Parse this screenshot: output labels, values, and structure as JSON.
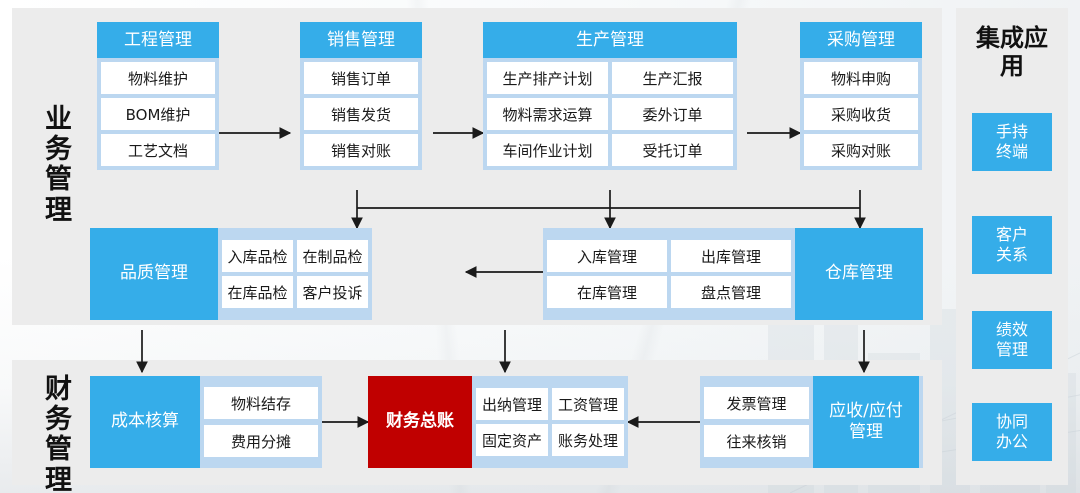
{
  "sections": {
    "business": {
      "title": "业务管理"
    },
    "finance": {
      "title": "财务管理"
    },
    "apps": {
      "title": "集成应用"
    }
  },
  "business_groups": [
    {
      "name": "engineering",
      "head": "工程管理",
      "cells": [
        "物料维护",
        "BOM维护",
        "工艺文档"
      ]
    },
    {
      "name": "sales",
      "head": "销售管理",
      "cells": [
        "销售订单",
        "销售发货",
        "销售对账"
      ]
    },
    {
      "name": "production",
      "head": "生产管理",
      "cells": [
        "生产排产计划",
        "生产汇报",
        "物料需求运算",
        "委外订单",
        "车间作业计划",
        "受托订单"
      ]
    },
    {
      "name": "purchasing",
      "head": "采购管理",
      "cells": [
        "物料申购",
        "采购收货",
        "采购对账"
      ]
    }
  ],
  "quality_group": {
    "label": "品质管理",
    "cells": [
      "入库品检",
      "在制品检",
      "在库品检",
      "客户投诉"
    ]
  },
  "warehouse_group": {
    "label": "仓库管理",
    "cells": [
      "入库管理",
      "出库管理",
      "在库管理",
      "盘点管理"
    ]
  },
  "finance_groups": {
    "cost": {
      "label": "成本核算",
      "cells": [
        "物料结存",
        "费用分摊"
      ]
    },
    "ledger": {
      "label": "财务总账",
      "cells": [
        "出纳管理",
        "工资管理",
        "固定资产",
        "账务处理"
      ]
    },
    "receivable": {
      "label": "应收/应付\n管理",
      "label_line1": "应收/应付",
      "label_line2": "管理",
      "cells": [
        "发票管理",
        "往来核销"
      ]
    }
  },
  "apps": [
    {
      "name": "handheld",
      "line1": "手持",
      "line2": "终端"
    },
    {
      "name": "crm",
      "line1": "客户",
      "line2": "关系"
    },
    {
      "name": "performance",
      "line1": "绩效",
      "line2": "管理"
    },
    {
      "name": "oa",
      "line1": "协同",
      "line2": "办公"
    }
  ],
  "colors": {
    "accent_blue": "#35ade9",
    "frame_blue": "#bcd7f0",
    "panel_gray": "#ececec",
    "ledger_red": "#c00000",
    "cell_white": "#ffffff",
    "arrow": "#1a1a1a"
  }
}
